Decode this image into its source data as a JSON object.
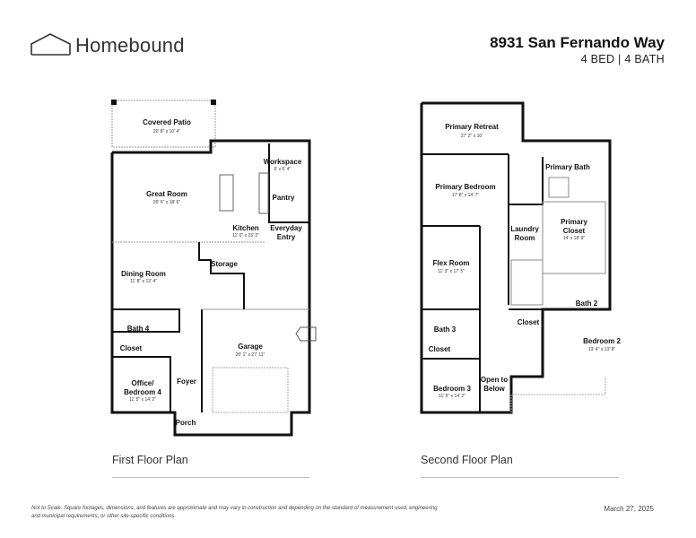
{
  "header": {
    "brand": "Homebound",
    "address": "8931 San Fernando Way",
    "specs": "4 BED | 4 BATH",
    "logo_icon": "house-roof-icon"
  },
  "first_floor": {
    "caption": "First Floor Plan",
    "rooms": [
      {
        "name": "Covered Patio",
        "dims": "20' 8\" x 10' 4\""
      },
      {
        "name": "Great Room",
        "dims": "20' 6\" x 18' 6\""
      },
      {
        "name": "Workspace",
        "dims": "6' x 6' 4\""
      },
      {
        "name": "Pantry",
        "dims": ""
      },
      {
        "name": "Kitchen",
        "dims": "11' 0\" x 23' 2\""
      },
      {
        "name": "Everyday Entry",
        "dims": ""
      },
      {
        "name": "Storage",
        "dims": ""
      },
      {
        "name": "Dining Room",
        "dims": "11' 8\" x 13' 4\""
      },
      {
        "name": "Bath 4",
        "dims": ""
      },
      {
        "name": "Closet",
        "dims": ""
      },
      {
        "name": "Office/ Bedroom 4",
        "dims": "11' 5\" x 14' 2\""
      },
      {
        "name": "Foyer",
        "dims": ""
      },
      {
        "name": "Garage",
        "dims": "20' 1\" x 27' 11\""
      },
      {
        "name": "Porch",
        "dims": ""
      }
    ]
  },
  "second_floor": {
    "caption": "Second Floor Plan",
    "rooms": [
      {
        "name": "Primary Retreat",
        "dims": "27' 2\" x 10'"
      },
      {
        "name": "Primary Bedroom",
        "dims": "17' 8\" x 14' 7\""
      },
      {
        "name": "Primary Bath",
        "dims": ""
      },
      {
        "name": "Laundry Room",
        "dims": ""
      },
      {
        "name": "Primary Closet",
        "dims": "14' x 18' 9\""
      },
      {
        "name": "Flex Room",
        "dims": "11' 3\" x 17' 5\""
      },
      {
        "name": "Bath 3",
        "dims": ""
      },
      {
        "name": "Closet",
        "dims": ""
      },
      {
        "name": "Closet",
        "dims": ""
      },
      {
        "name": "Bath 2",
        "dims": ""
      },
      {
        "name": "Bedroom 2",
        "dims": "13' 4\" x 13' 8\""
      },
      {
        "name": "Bedroom 3",
        "dims": "11' 5\" x 14' 2\""
      },
      {
        "name": "Open to Below",
        "dims": ""
      }
    ]
  },
  "footer": {
    "disclaimer": "Not to Scale. Square footages, dimensions, and features are approximate and may vary in construction and depending on the standard of measurement used, engineering and municipal requirements, or other site-specific conditions.",
    "date": "March 27, 2025"
  }
}
